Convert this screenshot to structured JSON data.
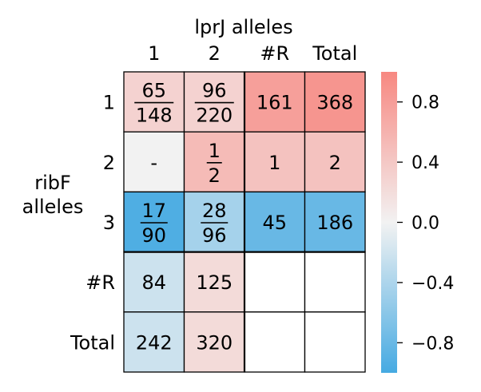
{
  "chart_data": {
    "type": "heatmap",
    "title": "",
    "xlabel": "lprJ alleles",
    "ylabel": "ribF\nalleles",
    "x_categories": [
      "1",
      "2",
      "#R",
      "Total"
    ],
    "y_categories": [
      "1",
      "2",
      "3",
      "#R",
      "Total"
    ],
    "cells": [
      [
        {
          "label": {
            "num": "65",
            "den": "148"
          },
          "value": 0.3
        },
        {
          "label": {
            "num": "96",
            "den": "220"
          },
          "value": 0.3
        },
        {
          "label": "161",
          "value": 0.78
        },
        {
          "label": "368",
          "value": 0.88
        }
      ],
      [
        {
          "label": "-",
          "value": null
        },
        {
          "label": {
            "num": "1",
            "den": "2"
          },
          "value": 0.52
        },
        {
          "label": "1",
          "value": 0.45
        },
        {
          "label": "2",
          "value": 0.45
        }
      ],
      [
        {
          "label": {
            "num": "17",
            "den": "90"
          },
          "value": -0.95
        },
        {
          "label": {
            "num": "28",
            "den": "96"
          },
          "value": -0.45
        },
        {
          "label": "45",
          "value": -0.8
        },
        {
          "label": "186",
          "value": -0.8
        }
      ],
      [
        {
          "label": "84",
          "value": -0.22
        },
        {
          "label": "125",
          "value": 0.22
        },
        {
          "label": "",
          "value": null,
          "blank": true
        },
        {
          "label": "",
          "value": null,
          "blank": true
        }
      ],
      [
        {
          "label": "242",
          "value": -0.22
        },
        {
          "label": "320",
          "value": 0.22
        },
        {
          "label": "",
          "value": null,
          "blank": true
        },
        {
          "label": "",
          "value": null,
          "blank": true
        }
      ]
    ],
    "colorbar": {
      "range": [
        -1,
        1
      ],
      "ticks": [
        0.8,
        0.4,
        0.0,
        -0.4,
        -0.8
      ],
      "tick_labels": [
        "0.8",
        "0.4",
        "0.0",
        "−0.4",
        "−0.8"
      ],
      "colors": {
        "negative": "#46aae2",
        "center": "#f2f2f2",
        "positive": "#f78881"
      }
    },
    "missing_color": "#f2f2f2"
  }
}
